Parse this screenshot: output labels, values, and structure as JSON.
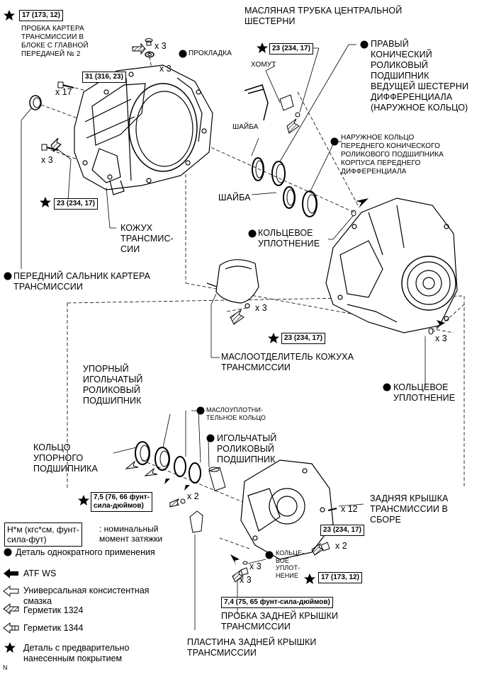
{
  "torque": {
    "oil_pump_plug": "17 (173, 12)",
    "case_bolts": "31 (316, 23)",
    "front_case_bolts": "23 (234, 17)",
    "oil_pipe_clamp": "23 (234, 17)",
    "separator_bolts": "23 (234, 17)",
    "rear_cover_small": "7,5 (76, 66 фунт-\nсила-дюймов)",
    "rear_cover_bolts": "23 (234, 17)",
    "rear_cover_plug2": "17 (173, 12)",
    "rear_cover_plug": "7,4 (75, 65 фунт-сила-дюймов)"
  },
  "qty": {
    "plug_x3": "x 3",
    "gasket_x3": "x 3",
    "case_x17": "x 17",
    "front_x3": "x 3",
    "separator_x3": "x 3",
    "oring_x3": "x 3",
    "small_x2": "x 2",
    "rear_x12": "x 12",
    "plug2_x2": "x 2",
    "oring2_x3": "x 3",
    "plug_x3b": "x 3"
  },
  "labels": {
    "plug_case": "ПРОБКА КАРТЕРА\nТРАНСМИССИИ В\nБЛОКЕ С ГЛАВНОЙ\nПЕРЕДАЧЕЙ № 2",
    "gasket": "ПРОКЛАДКА",
    "oil_pipe": "МАСЛЯНАЯ ТРУБКА ЦЕНТРАЛЬНОЙ\nШЕСТЕРНИ",
    "clamp": "ХОМУТ",
    "right_bearing": "ПРАВЫЙ\nКОНИЧЕСКИЙ\nРОЛИКОВЫЙ\nПОДШИПНИК\nВЕДУЩЕЙ ШЕСТЕРНИ\nДИФФЕРЕНЦИАЛА\n(НАРУЖНОЕ КОЛЬЦО)",
    "washer1": "ШАЙБА",
    "washer2": "ШАЙБА",
    "front_bearing_race": "НАРУЖНОЕ КОЛЬЦО\nПЕРЕДНЕГО КОНИЧЕСКОГО\nРОЛИКОВОГО ПОДШИПНИКА\nКОРПУСА ПЕРЕДНЕГО\nДИФФЕРЕНЦИАЛА",
    "oring1": "КОЛЬЦЕВОЕ\nУПЛОТНЕНИЕ",
    "housing": "КОЖУХ\nТРАНСМИС-\nСИИ",
    "front_seal": "ПЕРЕДНИЙ САЛЬНИК КАРТЕРА\nТРАНСМИССИИ",
    "separator": "МАСЛООТДЕЛИТЕЛЬ КОЖУХА\nТРАНСМИССИИ",
    "oring2": "КОЛЬЦЕВОЕ\nУПЛОТНЕНИЕ",
    "thrust_needle": "УПОРНЫЙ\nИГОЛЬЧАТЫЙ\nРОЛИКОВЫЙ\nПОДШИПНИК",
    "oil_seal_ring": "МАСЛОУПЛОТНИ-\nТЕЛЬНОЕ КОЛЬЦО",
    "thrust_race": "КОЛЬЦО\nУПОРНОГО\nПОДШИПНИКА",
    "needle": "ИГОЛЬЧАТЫЙ\nРОЛИКОВЫЙ\nПОДШИПНИК",
    "rear_cover": "ЗАДНЯЯ КРЫШКА\nТРАНСМИССИИ В\nСБОРЕ",
    "oring3": "КОЛЬЦЕ-\nВОЕ\nУПЛОТ-\nНЕНИЕ",
    "rear_plug": "ПРОБКА ЗАДНЕЙ КРЫШКИ\nТРАНСМИССИИ",
    "rear_plate": "ПЛАСТИНА ЗАДНЕЙ КРЫШКИ\nТРАНСМИССИИ"
  },
  "legend": {
    "torque_box": "Н*м (кгс*см, фунт-\nсила-фут)",
    "torque_text": ": номинальный\nмомент затяжки",
    "non_reusable": "Деталь однократного применения",
    "atf": "ATF WS",
    "grease": "Универсальная консистентная\nсмазка",
    "sealant1324": "Герметик 1324",
    "sealant1344": "Герметик 1344",
    "precoated": "Деталь с предварительно\nнанесенным покрытием"
  },
  "corner": "N"
}
